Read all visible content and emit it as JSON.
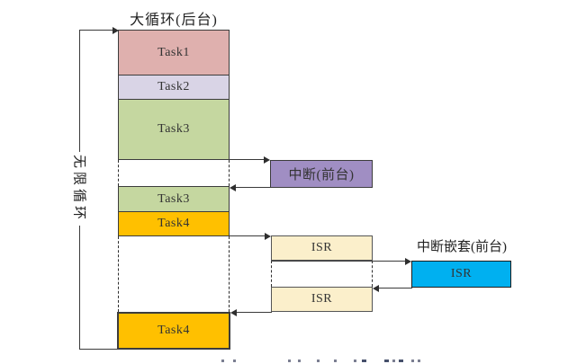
{
  "figure": {
    "main_loop_title": "大循环(后台)",
    "infinite_loop_label": "无限循环",
    "nested_interrupt_title": "中断嵌套(前台)"
  },
  "colors": {
    "task1": "#dfb0ae",
    "task2": "#d9d4e6",
    "task3": "#c5d7a0",
    "task4": "#ffc000",
    "interrupt": "#a08ec3",
    "isr": "#fbefcb",
    "nested_isr": "#00b0f0",
    "line": "#3a3a3a"
  },
  "blocks": {
    "task1": {
      "label": "Task1"
    },
    "task2": {
      "label": "Task2"
    },
    "task3_first": {
      "label": "Task3"
    },
    "task3_second": {
      "label": "Task3"
    },
    "task4_first": {
      "label": "Task4"
    },
    "task4_second": {
      "label": "Task4"
    },
    "interrupt": {
      "label": "中断(前台)"
    },
    "isr_first": {
      "label": "ISR"
    },
    "isr_nested": {
      "label": "ISR"
    },
    "isr_second": {
      "label": "ISR"
    }
  }
}
